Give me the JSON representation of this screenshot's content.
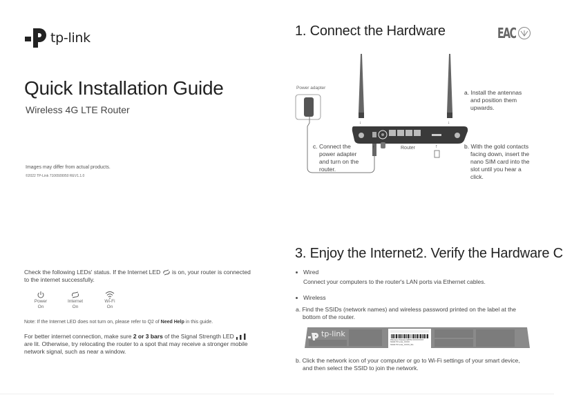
{
  "brand": {
    "name": "tp-link"
  },
  "cover": {
    "title": "Quick Installation Guide",
    "subtitle": "Wireless 4G LTE Router",
    "disclaimer": "Images may differ from actual products.",
    "copyright": "©2022 TP-Link   7106509950   REV1.1.0"
  },
  "section1": {
    "title": "1. Connect the Hardware",
    "cert_marks": [
      "EAC",
      "certification-check-mark"
    ],
    "diagram": {
      "power_adapter_label": "Power adapter",
      "router_label": "Router",
      "step_a": {
        "letter": "a.",
        "text_lines": [
          "Install the antennas",
          "and position them",
          "upwards."
        ]
      },
      "step_b": {
        "letter": "b.",
        "text_lines": [
          "With the gold contacts",
          "facing down, insert the",
          "nano SIM card into the",
          "slot until you hear a",
          "click."
        ]
      },
      "step_c": {
        "letter": "c.",
        "text_lines": [
          "Connect the",
          "power adapter",
          "and turn on the",
          "router."
        ]
      }
    }
  },
  "section2": {
    "intro_lines": [
      "Check the following LEDs' status. If the Internet LED",
      "is on, your router is connected",
      "to the internet successfully."
    ],
    "leds": [
      {
        "name": "Power",
        "state": "On",
        "icon": "power-icon"
      },
      {
        "name": "Internet",
        "state": "On",
        "icon": "internet-icon"
      },
      {
        "name": "Wi-Fi",
        "state": "On",
        "icon": "wifi-icon"
      }
    ],
    "note_prefix": "Note: If the Internet LED does not turn on, please refer to Q2 of ",
    "note_bold": "Need Help",
    "note_suffix": " in this guide.",
    "signal_prefix": "For better internet connection, make sure ",
    "signal_bold": "2 or 3 bars",
    "signal_mid": " of the Signal Strength LED",
    "signal_line2": "are lit. Otherwise, try relocating the router to a spot that may receive a stronger mobile",
    "signal_line3": "network signal, such as near a window."
  },
  "section3": {
    "title": "3. Enjoy the Internet2. Verify the Hardware C",
    "wired_label": "Wired",
    "wired_text": "Connect your computers to the router's LAN ports via Ethernet cables.",
    "wireless_label": "Wireless",
    "step_a": {
      "letter": "a.",
      "line1": "Find the SSIDs (network names) and wireless password printed on the label at the",
      "line2": "bottom of the router."
    },
    "label_card": {
      "brand": "tp-link",
      "lines": [
        "Wireless Password/PIN:XXXXXXXX",
        "SSID:TP-Link_XXXX",
        "SSID:TP-Link_XXXX_5G"
      ]
    },
    "step_b": {
      "letter": "b.",
      "line1": "Click the network icon of your computer or go to Wi-Fi settings of your smart device,",
      "line2": "and then select the SSID to join the network."
    }
  }
}
